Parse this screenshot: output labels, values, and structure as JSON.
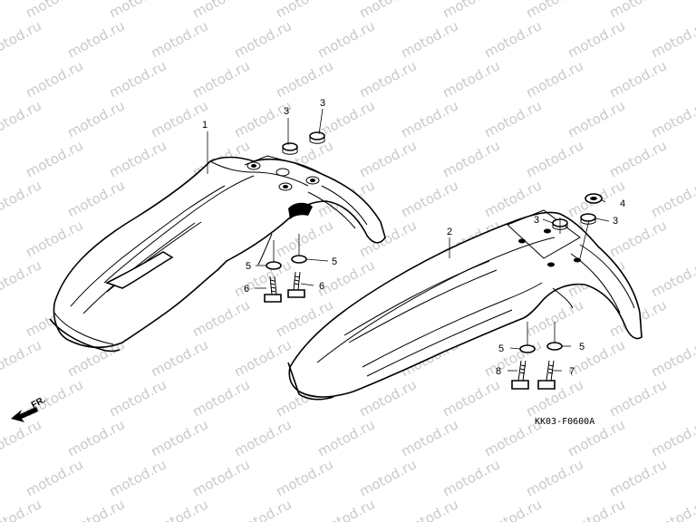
{
  "watermark": {
    "text": "motod.ru",
    "color": "#c9c9c9"
  },
  "callouts": {
    "c1": "1",
    "c2": "2",
    "c3a": "3",
    "c3b": "3",
    "c3c": "3",
    "c3d": "3",
    "c4": "4",
    "c5a": "5",
    "c5b": "5",
    "c5c": "5",
    "c5d": "5",
    "c6a": "6",
    "c6b": "6",
    "c7": "7",
    "c8": "8"
  },
  "direction_label": "FR.",
  "diagram_code": "KK03-F0600A"
}
